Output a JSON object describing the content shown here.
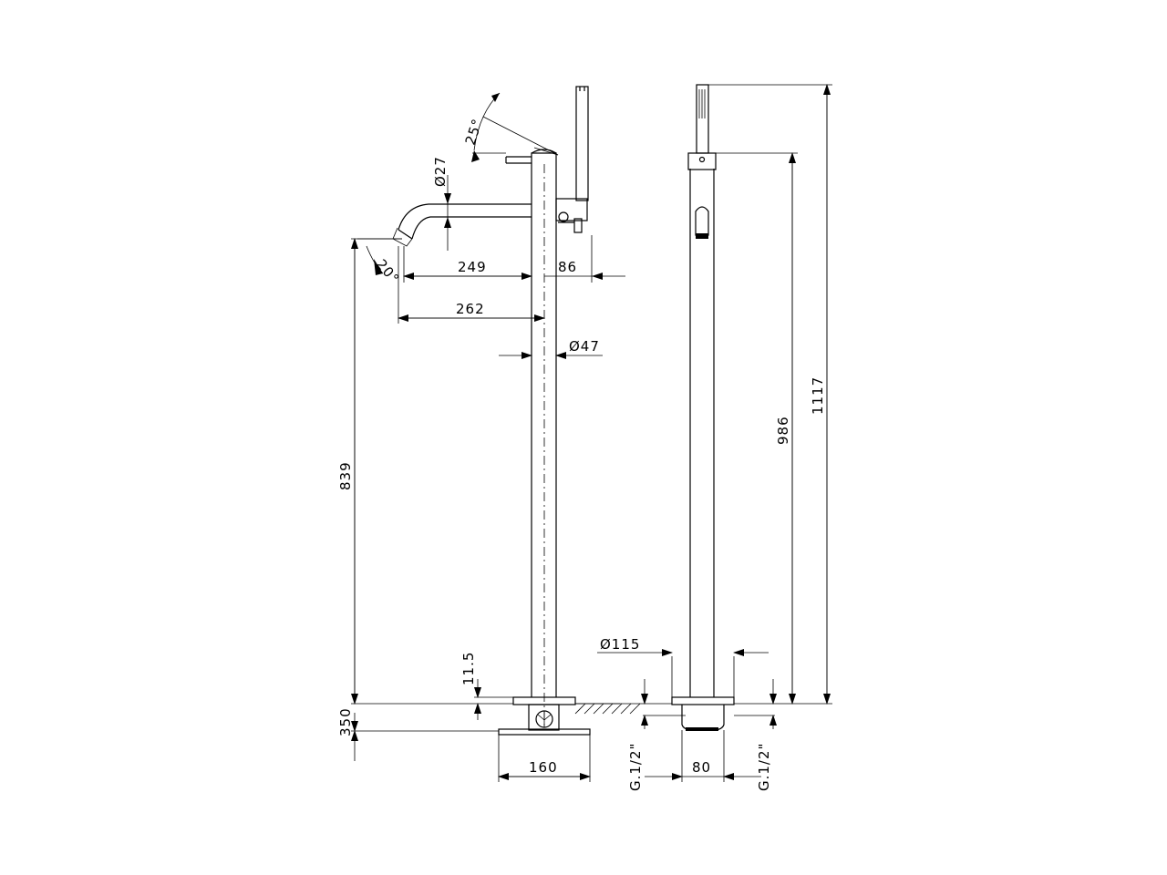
{
  "dimensions": {
    "spout_angle": "20°",
    "handle_angle": "25°",
    "handle_diameter": "Ø27",
    "spout_reach": "249",
    "handshower_offset": "86",
    "total_reach": "262",
    "column_diameter": "Ø47",
    "spout_height": "839",
    "base_thickness": "11.5",
    "below_floor": "350",
    "base_plate_width": "160",
    "rosette_diameter": "Ø115",
    "lever_height": "986",
    "total_height": "1117",
    "connection_left": "G.1/2\"",
    "connection_spacing": "80",
    "connection_right": "G.1/2\""
  }
}
